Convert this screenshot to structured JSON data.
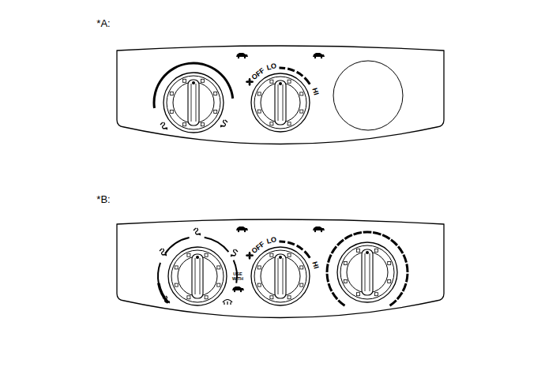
{
  "diagram": {
    "nodes": [
      {
        "text": [
          "*A:",
          "OFF",
          "LO",
          "HI"
        ]
      },
      {
        "text": [
          "*B:",
          "OFF",
          "LO",
          "HI",
          "USE WITH"
        ]
      }
    ]
  }
}
